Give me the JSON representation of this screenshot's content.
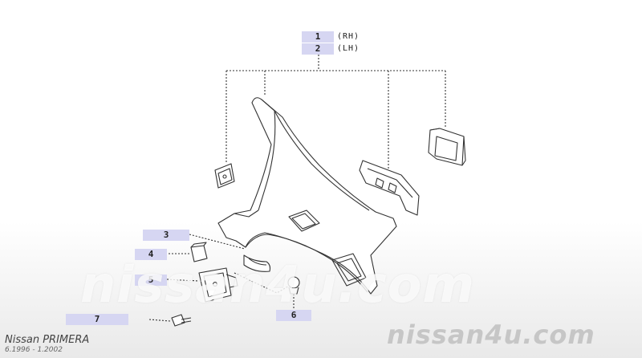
{
  "callouts": [
    {
      "num": "1",
      "qualifier": "(RH)"
    },
    {
      "num": "2",
      "qualifier": "(LH)"
    },
    {
      "num": "3"
    },
    {
      "num": "4"
    },
    {
      "num": "5"
    },
    {
      "num": "6"
    },
    {
      "num": "7"
    }
  ],
  "watermark": {
    "center": "nissan4u.com",
    "corner": "nissan4u.com"
  },
  "model": {
    "name": "Nissan PRIMERA",
    "years": "6.1996 - 1.2002"
  },
  "colors": {
    "callout_bg": "#d6d6f2",
    "line": "#333333",
    "watermark_corner": "#c6c6c6"
  }
}
